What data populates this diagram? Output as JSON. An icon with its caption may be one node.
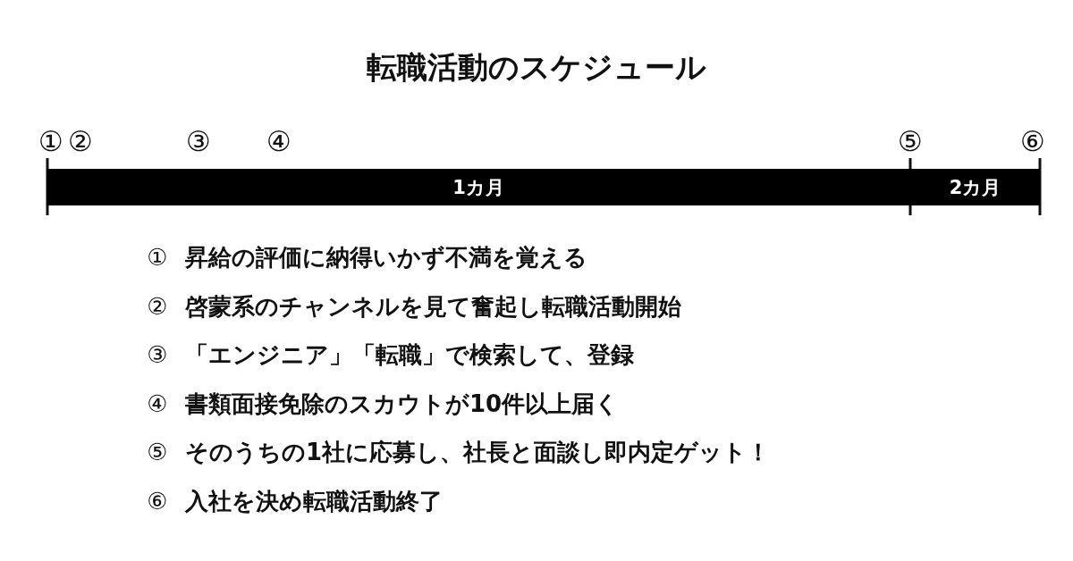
{
  "diagram": {
    "title": "転職活動のスケジュール",
    "nodes": [
      {
        "text": [
          "1カ月"
        ]
      },
      {
        "text": [
          "2カ月"
        ]
      }
    ],
    "labels": [
      "①",
      "②",
      "③",
      "④",
      "⑤",
      "⑥",
      "①",
      "昇給の評価に納得いかず不満を覚える",
      "②",
      "啓蒙系のチャンネルを見て奮起し転職活動開始",
      "③",
      "「エンジニア」「転職」で検索して、登録",
      "④",
      "書類面接免除のスカウトが10件以上届く",
      "⑤",
      "そのうちの1社に応募し、社長と面談し即内定ゲット！",
      "⑥",
      "入社を決め転職活動終了"
    ]
  }
}
